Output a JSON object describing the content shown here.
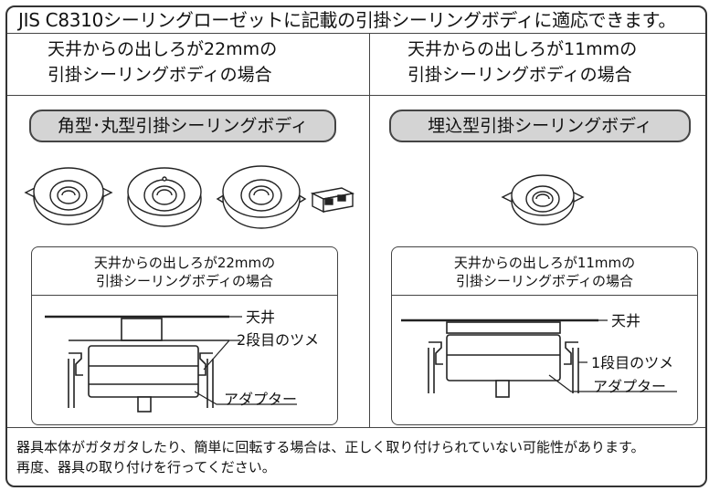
{
  "title": "JIS C8310シーリングローゼットに記載の引掛シーリングボディに適応できます。",
  "left": {
    "heading_line1": "天井からの出しろが22mmの",
    "heading_line2": "引掛シーリングボディの場合",
    "pill": "角型･丸型引掛シーリングボディ",
    "diagram": {
      "caption_line1": "天井からの出しろが22mmの",
      "caption_line2": "引掛シーリングボディの場合",
      "label_ceiling": "天井",
      "label_claw": "2段目のツメ",
      "label_adapter": "アダプター"
    }
  },
  "right": {
    "heading_line1": "天井からの出しろが11mmの",
    "heading_line2": "引掛シーリングボディの場合",
    "pill": "埋込型引掛シーリングボディ",
    "diagram": {
      "caption_line1": "天井からの出しろが11mmの",
      "caption_line2": "引掛シーリングボディの場合",
      "label_ceiling": "天井",
      "label_claw": "1段目のツメ",
      "label_adapter": "アダプター"
    }
  },
  "note": {
    "line1": "器具本体がガタガタしたり、簡単に回転する場合は、正しく取り付けられていない可能性があります。",
    "line2": "再度、器具の取り付けを行ってください。"
  },
  "colors": {
    "pill_fill": "#d4d4d4",
    "line": "#444444"
  },
  "icons": [
    "square-ceiling-body-icon",
    "round-ceiling-body-icon",
    "round-ceiling-body-icon",
    "rectangular-ceiling-body-icon",
    "embedded-ceiling-body-icon"
  ]
}
